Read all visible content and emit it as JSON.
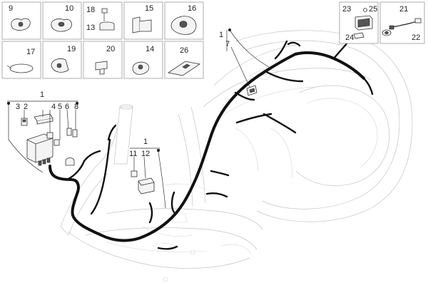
{
  "thumbnails": [
    {
      "id": "t9",
      "label": "9"
    },
    {
      "id": "t10",
      "label": "10"
    },
    {
      "id": "t18",
      "label": "18",
      "label2": "13"
    },
    {
      "id": "t15",
      "label": "15"
    },
    {
      "id": "t16",
      "label": "16"
    },
    {
      "id": "t17",
      "label": "17"
    },
    {
      "id": "t19",
      "label": "19"
    },
    {
      "id": "t20",
      "label": "20"
    },
    {
      "id": "t14",
      "label": "14"
    },
    {
      "id": "t26",
      "label": "26"
    },
    {
      "id": "t23",
      "label": "23",
      "label2": "25",
      "label3": "24"
    },
    {
      "id": "t21",
      "label": "21",
      "label2": "22"
    }
  ],
  "callouts": {
    "group_main": "1",
    "main_3": "3",
    "main_2": "2",
    "main_4": "4",
    "main_5": "5",
    "main_6": "6",
    "main_8": "8",
    "group_mid": "1",
    "mid_11": "11",
    "mid_12": "12",
    "group_top": "1",
    "top_7": "7"
  },
  "colors": {
    "harness": "#111111",
    "frame_outline": "#c4c4c4",
    "box_border": "#9a9a9a"
  }
}
